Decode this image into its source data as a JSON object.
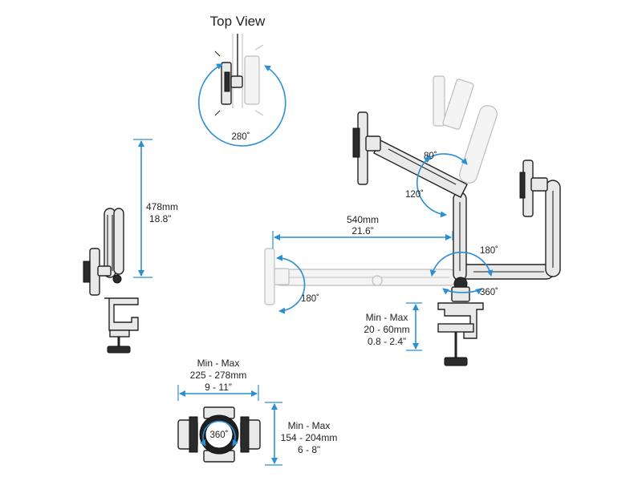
{
  "top_view": {
    "title": "Top View",
    "rotation": "280˚"
  },
  "side_view": {
    "height_mm": "478mm",
    "height_in": "18.8”"
  },
  "main_view": {
    "reach_mm": "540mm",
    "reach_in": "21.6”",
    "angle_upper": "80˚",
    "angle_mid": "120˚",
    "angle_right": "180˚",
    "angle_left": "180˚",
    "angle_base": "360˚"
  },
  "clamp": {
    "title": "Min - Max",
    "mm": "20 - 60mm",
    "in": "0.8 - 2.4”"
  },
  "holder_width": {
    "title": "Min - Max",
    "mm": "225 - 278mm",
    "in": "9 - 11”"
  },
  "holder_height": {
    "title": "Min - Max",
    "mm": "154 - 204mm",
    "in": "6 - 8”"
  },
  "holder_rotation": "360˚",
  "colors": {
    "dimension": "#2a8fd3",
    "outline": "#222222",
    "ghost": "#c4c4c4"
  }
}
